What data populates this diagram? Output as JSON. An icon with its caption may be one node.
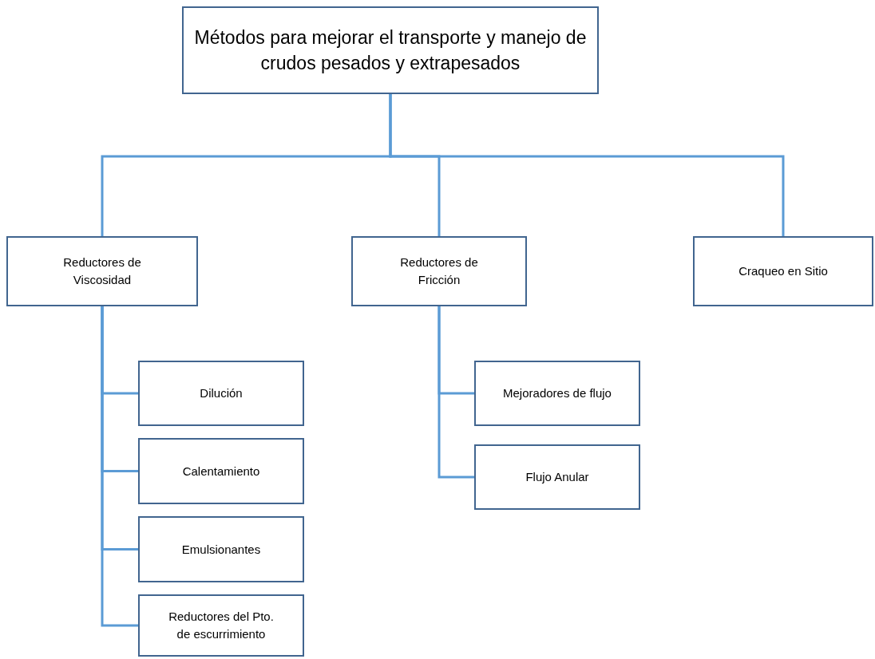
{
  "diagram": {
    "nodes": [
      {
        "text": [
          "Métodos para mejorar el transporte y manejo de crudos pesados y extrapesados"
        ]
      },
      {
        "text": [
          "Reductores de Viscosidad"
        ]
      },
      {
        "text": [
          "Reductores de Fricción"
        ]
      },
      {
        "text": [
          "Craqueo en Sitio"
        ]
      },
      {
        "text": [
          "Dilución"
        ]
      },
      {
        "text": [
          "Calentamiento"
        ]
      },
      {
        "text": [
          "Emulsionantes"
        ]
      },
      {
        "text": [
          "Reductores del Pto. de escurrimiento"
        ]
      },
      {
        "text": [
          "Mejoradores de flujo"
        ]
      },
      {
        "text": [
          "Flujo Anular"
        ]
      }
    ],
    "edges": [
      {
        "from": 0,
        "to": 1,
        "arrow": "none"
      },
      {
        "from": 0,
        "to": 2,
        "arrow": "none"
      },
      {
        "from": 0,
        "to": 3,
        "arrow": "none"
      },
      {
        "from": 1,
        "to": 4,
        "arrow": "none"
      },
      {
        "from": 1,
        "to": 5,
        "arrow": "none"
      },
      {
        "from": 1,
        "to": 6,
        "arrow": "none"
      },
      {
        "from": 1,
        "to": 7,
        "arrow": "none"
      },
      {
        "from": 2,
        "to": 8,
        "arrow": "none"
      },
      {
        "from": 2,
        "to": 9,
        "arrow": "none"
      }
    ]
  }
}
